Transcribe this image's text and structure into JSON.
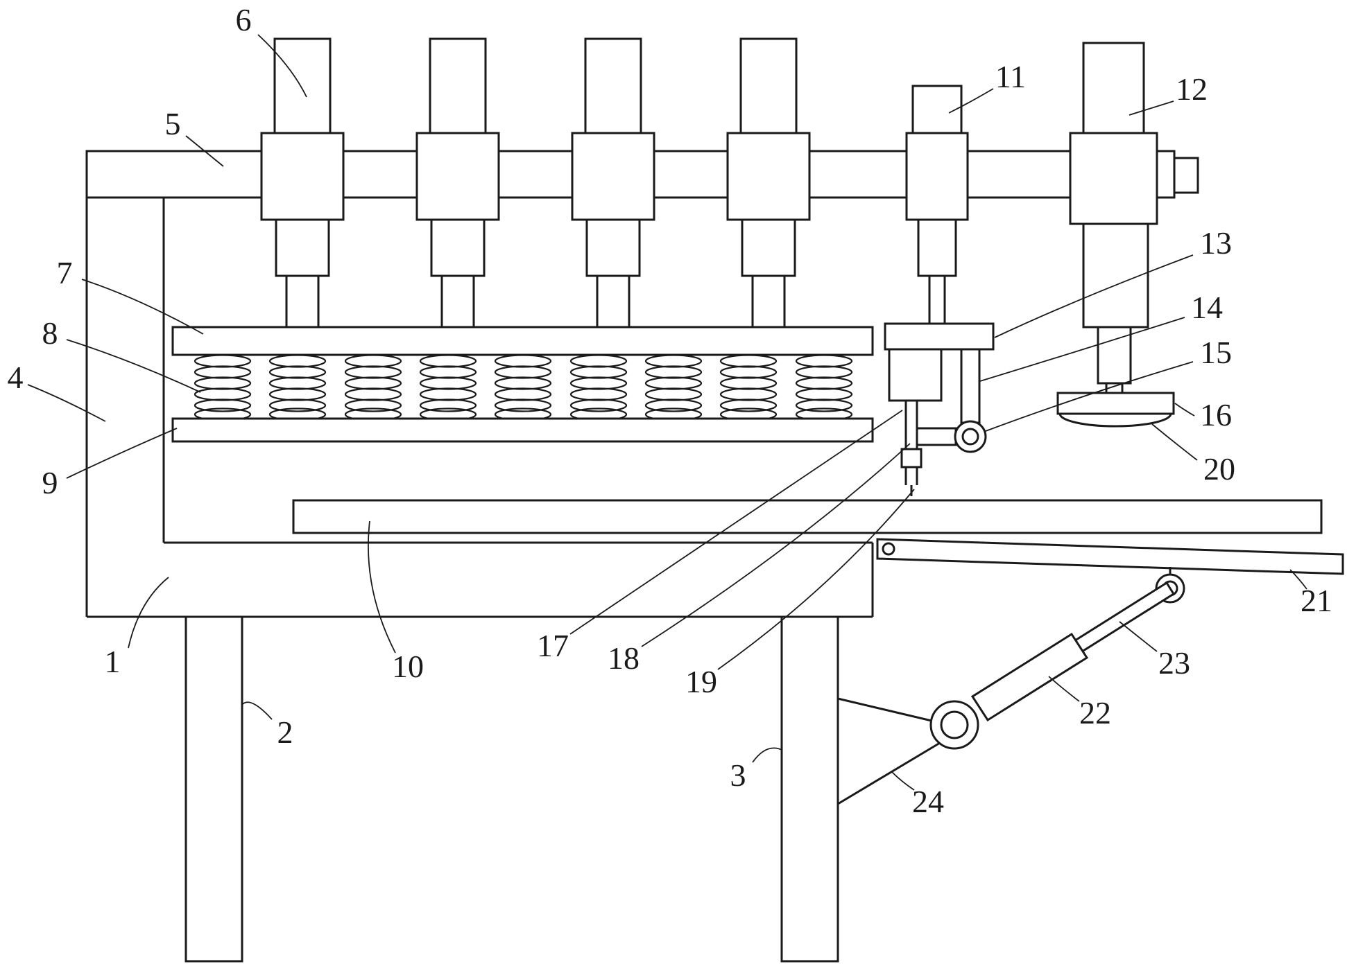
{
  "figure": {
    "kind": "patent-technical-line-drawing",
    "background_color": "#ffffff",
    "line_color": "#1a1a1a"
  },
  "parts": [
    "1",
    "2",
    "3",
    "4",
    "5",
    "6",
    "7",
    "8",
    "9",
    "10",
    "11",
    "12",
    "13",
    "14",
    "15",
    "16",
    "17",
    "18",
    "19",
    "20",
    "21",
    "22",
    "23",
    "24"
  ]
}
